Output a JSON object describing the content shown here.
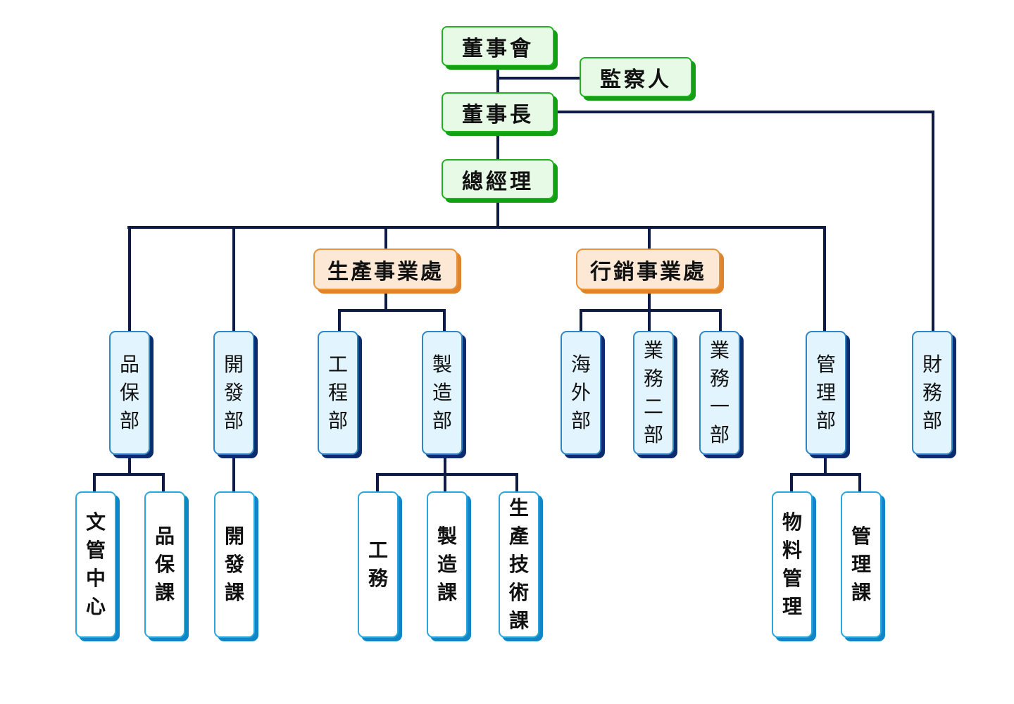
{
  "org": {
    "board": "董事會",
    "supervisor": "監察人",
    "chairman": "董事長",
    "general_manager": "總經理",
    "production_division": "生產事業處",
    "marketing_division": "行銷事業處",
    "qa_dept": "品保部",
    "dev_dept": "開發部",
    "engineering_dept": "工程部",
    "manufacturing_dept": "製造部",
    "overseas_dept": "海外部",
    "sales2_dept": "業務二部",
    "sales1_dept": "業務一部",
    "admin_dept": "管理部",
    "finance_dept": "財務部",
    "doc_center": "文管中心",
    "qa_section": "品保課",
    "dev_section": "開發課",
    "engineering_affairs": "工務",
    "manufacturing_section": "製造課",
    "production_tech_section": "生產技術課",
    "material_management": "物料管理",
    "admin_section": "管理課"
  }
}
